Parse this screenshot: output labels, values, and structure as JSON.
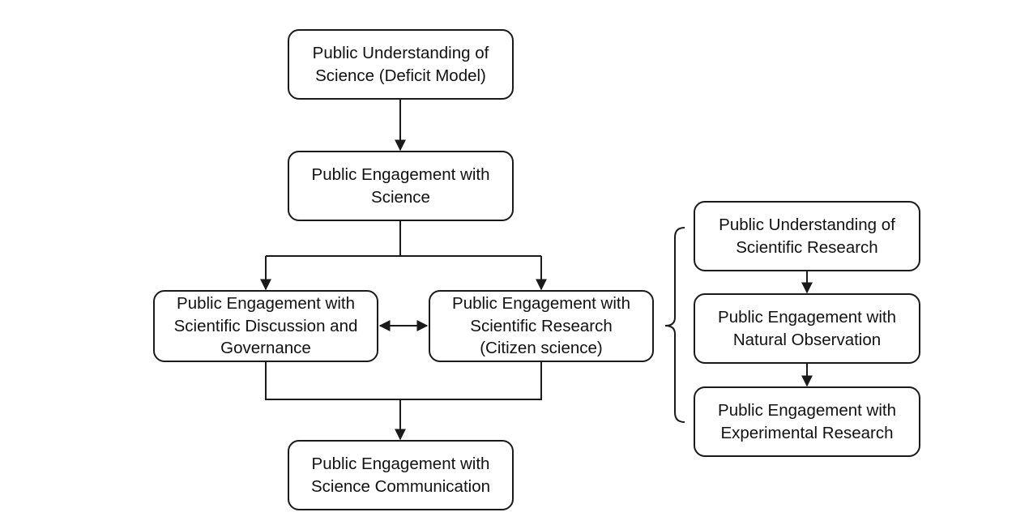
{
  "nodes": {
    "pus_deficit": "Public Understanding of\nScience (Deficit Model)",
    "pes": "Public Engagement with\nScience",
    "pe_discussion": "Public Engagement with\nScientific Discussion and\nGovernance",
    "pe_research": "Public Engagement with\nScientific Research\n(Citizen science)",
    "pe_communication": "Public Engagement with\nScience Communication",
    "pu_research": "Public Understanding of\nScientific Research",
    "pe_observation": "Public Engagement with\nNatural Observation",
    "pe_experimental": "Public Engagement with\nExperimental Research"
  },
  "colors": {
    "stroke": "#1a1a1a",
    "text": "#111111",
    "background": "#ffffff"
  }
}
